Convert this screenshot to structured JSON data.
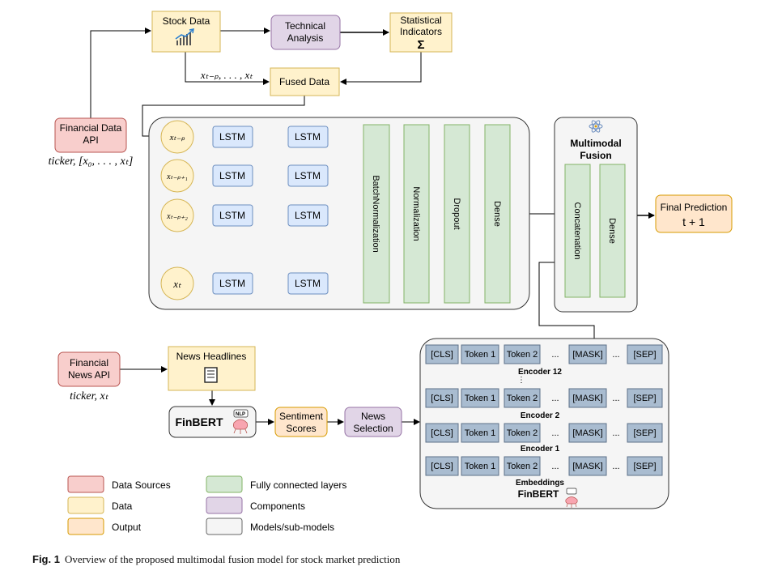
{
  "sources": {
    "financial_data_api": [
      "Financial Data",
      "API"
    ],
    "financial_data_api_sub": "ticker, [x₀, . . . , xₜ]",
    "financial_news_api": [
      "Financial",
      "News API"
    ],
    "financial_news_api_sub": "ticker, xₜ"
  },
  "top": {
    "stock_data": "Stock Data",
    "technical_analysis": [
      "Technical",
      "Analysis"
    ],
    "statistical_indicators": [
      "Statistical",
      "Indicators"
    ],
    "sigma": "Σ",
    "sequence_label": "xₜ₋ₚ, . . . , xₜ",
    "fused_data": "Fused Data"
  },
  "lstm_block": {
    "inputs": [
      "xₜ₋ₚ",
      "xₜ₋ₚ₊₁",
      "xₜ₋ₚ₊₂",
      "xₜ"
    ],
    "lstm_label": "LSTM",
    "layers": [
      "BatchNormalization",
      "Normalization",
      "Dropout",
      "Dense"
    ]
  },
  "fusion": {
    "title": [
      "Multimodal",
      "Fusion"
    ],
    "layers": [
      "Concatenation",
      "Dense"
    ],
    "final_prediction": [
      "Final Prediction",
      "t + 1"
    ]
  },
  "news": {
    "headlines": "News Headlines",
    "finbert": "FinBERT",
    "nlp_badge": "NLP",
    "sentiment_scores": [
      "Sentiment",
      "Scores"
    ],
    "news_selection": [
      "News",
      "Selection"
    ]
  },
  "finbert_detail": {
    "tokens": [
      "[CLS]",
      "Token 1",
      "Token 2",
      "...",
      "[MASK]",
      "...",
      "[SEP]"
    ],
    "row_labels": [
      "Encoder 12",
      "Encoder 2",
      "Encoder 1",
      "Embeddings"
    ],
    "vertical_ellipsis": "⋮",
    "footer": "FinBERT"
  },
  "legend": [
    {
      "label": "Data Sources",
      "color": "#f8cecc"
    },
    {
      "label": "Data",
      "color": "#fff2cc"
    },
    {
      "label": "Output",
      "color": "#ffe6cc"
    },
    {
      "label": "Fully connected layers",
      "color": "#d5e8d4"
    },
    {
      "label": "Components",
      "color": "#e1d5e7"
    },
    {
      "label": "Models/sub-models",
      "color": "#f5f5f5"
    }
  ],
  "caption": {
    "label": "Fig. 1",
    "text": "Overview of the proposed multimodal fusion model for stock market prediction"
  },
  "colors": {
    "source_fill": "#f8cecc",
    "source_stroke": "#b85450",
    "data_fill": "#fff2cc",
    "data_stroke": "#d6b656",
    "output_fill": "#ffe6cc",
    "output_stroke": "#d79b00",
    "fc_fill": "#d5e8d4",
    "fc_stroke": "#82b366",
    "component_fill": "#e1d5e7",
    "component_stroke": "#9673a6",
    "model_fill": "#f5f5f5",
    "model_stroke": "#666666",
    "lstm_fill": "#dae8fc",
    "lstm_stroke": "#6c8ebf",
    "token_fill": "#a9bcd0",
    "token_stroke": "#5d7189"
  },
  "icons": [
    "chart-icon",
    "sigma-icon",
    "newspaper-icon",
    "brain-icon",
    "atom-icon"
  ]
}
